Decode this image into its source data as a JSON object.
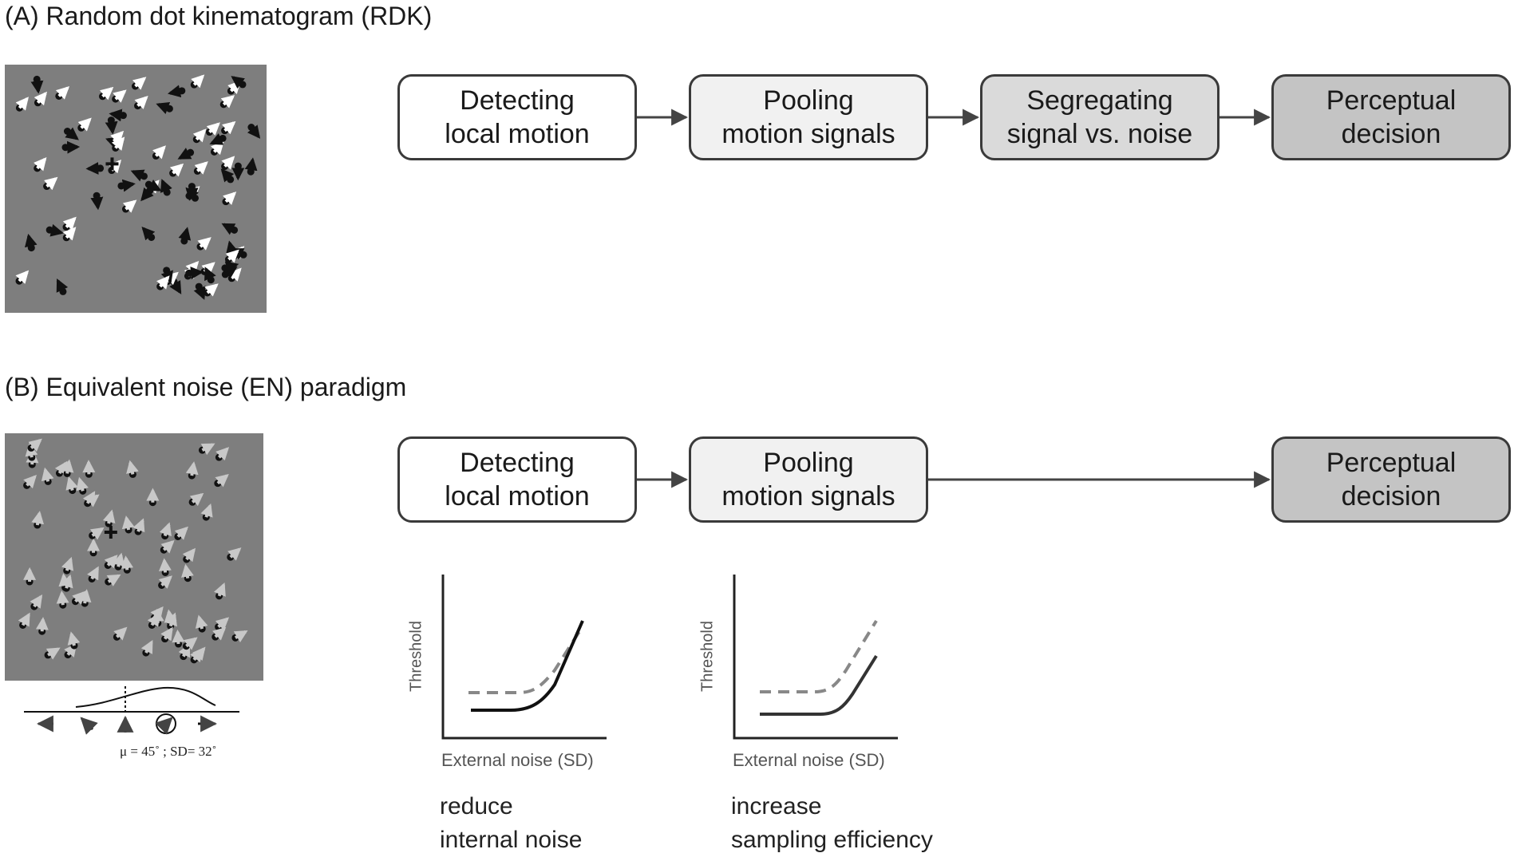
{
  "section_a": {
    "title": "(A) Random dot kinematogram (RDK)",
    "boxes": [
      {
        "line1": "Detecting",
        "line2": "local motion"
      },
      {
        "line1": "Pooling",
        "line2": "motion signals"
      },
      {
        "line1": "Segregating",
        "line2": "signal vs. noise"
      },
      {
        "line1": "Perceptual",
        "line2": "decision"
      }
    ]
  },
  "section_b": {
    "title": "(B) Equivalent noise (EN) paradigm",
    "boxes": [
      {
        "line1": "Detecting",
        "line2": "local motion"
      },
      {
        "line1": "Pooling",
        "line2": "motion signals"
      },
      {
        "line1": "Perceptual",
        "line2": "decision"
      }
    ],
    "distribution_label": "μ = 45˚ ; SD= 32˚",
    "plots": [
      {
        "ylabel": "Threshold",
        "xlabel": "External noise (SD)",
        "effect_line1": "reduce",
        "effect_line2": "internal noise"
      },
      {
        "ylabel": "Threshold",
        "xlabel": "External noise (SD)",
        "effect_line1": "increase",
        "effect_line2": "sampling efficiency"
      }
    ]
  },
  "colors": {
    "stimulus_background": "#7e7e7e",
    "box_border": "#3a3a3a",
    "arrow": "#444444"
  }
}
